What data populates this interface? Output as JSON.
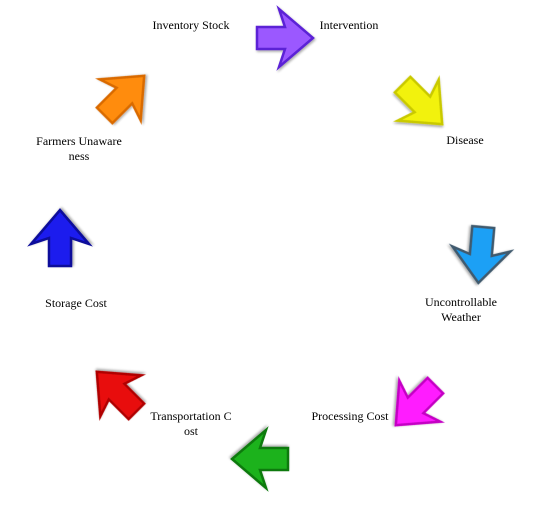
{
  "cycle": {
    "items": [
      {
        "id": "intervention",
        "label": "Intervention",
        "color": "#9b59ff",
        "stroke": "#5b22d6"
      },
      {
        "id": "disease",
        "label": "Disease",
        "color": "#f2f20c",
        "stroke": "#c9c900"
      },
      {
        "id": "uncontrollable-weather",
        "label": "Uncontrollable Weather",
        "color": "#1aa0f5",
        "stroke": "#3f5a6e"
      },
      {
        "id": "processing-cost",
        "label": "Processing Cost",
        "color": "#ff1fff",
        "stroke": "#c400c4"
      },
      {
        "id": "transportation-cost",
        "label": "Transportation Cost",
        "color": "#1bb21b",
        "stroke": "#0f7a0f"
      },
      {
        "id": "storage-cost",
        "label": "Storage Cost",
        "color": "#e80e0e",
        "stroke": "#b00000"
      },
      {
        "id": "farmers-unawareness",
        "label": "Farmers Unawareness",
        "color": "#1a1aee",
        "stroke": "#0a0a9a"
      },
      {
        "id": "inventory-stock",
        "label": "Inventory Stock",
        "color": "#ff8c0a",
        "stroke": "#d96a00"
      }
    ]
  }
}
